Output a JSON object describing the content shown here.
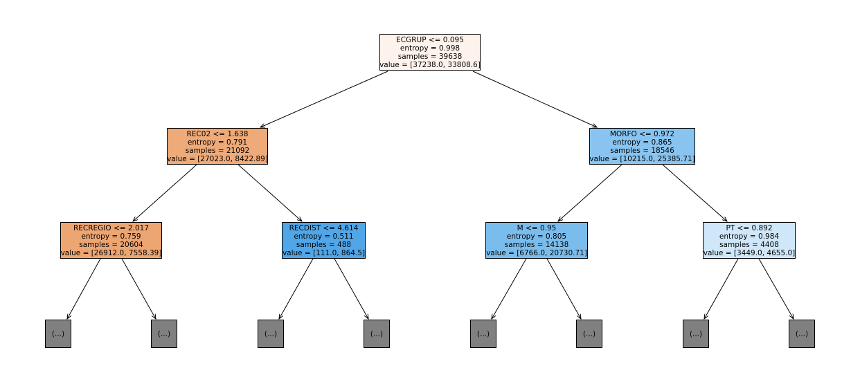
{
  "tree": {
    "nodes": [
      {
        "id": "root",
        "lines": [
          "ECGRUP <= 0.095",
          "entropy = 0.998",
          "samples = 39638",
          "value = [37238.0, 33808.6]"
        ],
        "color": "#fdf3ec"
      },
      {
        "id": "left",
        "lines": [
          "REC02 <= 1.638",
          "entropy = 0.791",
          "samples = 21092",
          "value = [27023.0, 8422.89]"
        ],
        "color": "#eeaa78"
      },
      {
        "id": "right",
        "lines": [
          "MORFO <= 0.972",
          "entropy = 0.865",
          "samples = 18546",
          "value = [10215.0, 25385.71]"
        ],
        "color": "#89c4f0"
      },
      {
        "id": "ll",
        "lines": [
          "RECREGIO <= 2.017",
          "entropy = 0.759",
          "samples = 20604",
          "value = [26912.0, 7558.39]"
        ],
        "color": "#eda572"
      },
      {
        "id": "lr",
        "lines": [
          "RECDIST <= 4.614",
          "entropy = 0.511",
          "samples = 488",
          "value = [111.0, 864.5]"
        ],
        "color": "#51a6e8"
      },
      {
        "id": "rl",
        "lines": [
          "M <= 0.95",
          "entropy = 0.805",
          "samples = 14138",
          "value = [6766.0, 20730.71]"
        ],
        "color": "#7abded"
      },
      {
        "id": "rr",
        "lines": [
          "PT <= 0.892",
          "entropy = 0.984",
          "samples = 4408",
          "value = [3449.0, 4655.0]"
        ],
        "color": "#cfe7f9"
      }
    ],
    "leaf_label": "(...)",
    "leaf_color": "#808080",
    "leaf_count": 8
  }
}
